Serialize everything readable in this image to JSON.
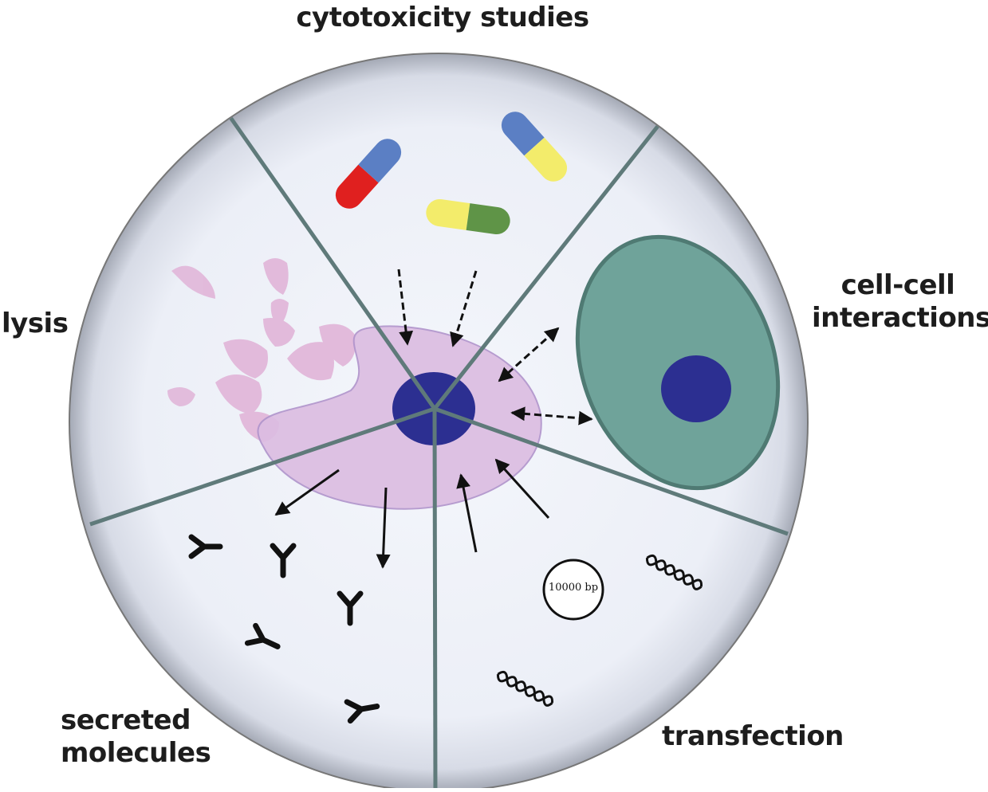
{
  "labels": {
    "top": "cytotoxicity studies",
    "left": "lysis",
    "right": [
      "cell-cell",
      "interactions"
    ],
    "bottom_left": [
      "secreted",
      "molecules"
    ],
    "bottom_right": "transfection"
  },
  "plasmid_label": "10000 bp",
  "colors": {
    "dish_fill": "#eef0f8",
    "divider": "#5f7a7a",
    "cell_cytoplasm": "#dcbfe0",
    "nucleus": "#2b2f8f",
    "neighbor_cell": "#6fa39a",
    "debris": "#e0b6d8",
    "pill_blue": "#5b7fc4",
    "pill_red": "#e0201f",
    "pill_yellow": "#f3ec6b",
    "pill_green": "#5f9447"
  }
}
